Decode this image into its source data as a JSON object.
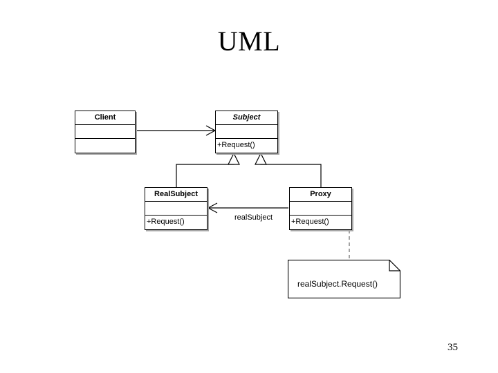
{
  "slide": {
    "title": "UML",
    "page_number": "35"
  },
  "diagram": {
    "type": "uml-class-diagram",
    "pattern": "Proxy",
    "classes": [
      {
        "id": "client",
        "name": "Client",
        "abstract": false,
        "attributes": [],
        "operations": [],
        "compartments": [
          "Client",
          "",
          ""
        ]
      },
      {
        "id": "subject",
        "name": "Subject",
        "abstract": true,
        "attributes": [],
        "operations": [
          "+Request()"
        ],
        "compartments": [
          "Subject",
          "",
          "+Request()"
        ]
      },
      {
        "id": "realsubject",
        "name": "RealSubject",
        "abstract": false,
        "attributes": [],
        "operations": [
          "+Request()"
        ],
        "compartments": [
          "RealSubject",
          "",
          "+Request()"
        ]
      },
      {
        "id": "proxy",
        "name": "Proxy",
        "abstract": false,
        "attributes": [],
        "operations": [
          "+Request()"
        ],
        "compartments": [
          "Proxy",
          "",
          "+Request()"
        ]
      }
    ],
    "relationships": [
      {
        "id": "client-subject",
        "kind": "association",
        "from": "client",
        "to": "subject",
        "arrow": "open",
        "label": ""
      },
      {
        "id": "realsubject-subject",
        "kind": "generalization",
        "from": "realsubject",
        "to": "subject",
        "arrow": "hollow-triangle",
        "label": ""
      },
      {
        "id": "proxy-subject",
        "kind": "generalization",
        "from": "proxy",
        "to": "subject",
        "arrow": "hollow-triangle",
        "label": ""
      },
      {
        "id": "proxy-realsubject",
        "kind": "association",
        "from": "proxy",
        "to": "realsubject",
        "arrow": "open",
        "label": "realSubject"
      },
      {
        "id": "proxy-note",
        "kind": "note-anchor",
        "from": "proxy",
        "to": "note",
        "arrow": "none",
        "label": ""
      }
    ],
    "note": {
      "id": "note",
      "text": "realSubject.Request()"
    },
    "colors": {
      "line": "#000000",
      "shadow": "#a6a6a6",
      "fill": "#ffffff",
      "text": "#000000",
      "note_anchor": "#8c8c8c"
    }
  }
}
